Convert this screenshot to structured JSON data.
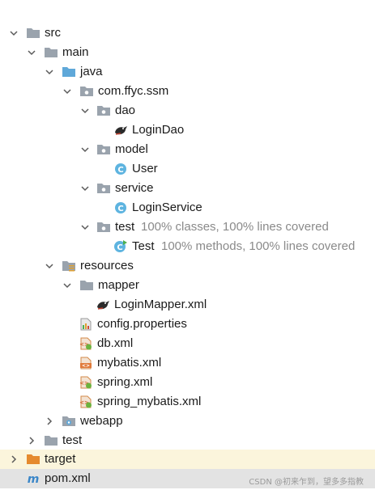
{
  "tree": {
    "src": "src",
    "main": "main",
    "java": "java",
    "pkg": "com.ffyc.ssm",
    "dao": "dao",
    "login_dao": "LoginDao",
    "model": "model",
    "user": "User",
    "service": "service",
    "login_service": "LoginService",
    "test_pkg": "test",
    "test_pkg_coverage": "100% classes, 100% lines covered",
    "test_class": "Test",
    "test_class_coverage": "100% methods, 100% lines covered",
    "resources": "resources",
    "mapper": "mapper",
    "login_mapper": "LoginMapper.xml",
    "config_props": "config.properties",
    "db_xml": "db.xml",
    "mybatis_xml": "mybatis.xml",
    "spring_xml": "spring.xml",
    "spring_mybatis_xml": "spring_mybatis.xml",
    "webapp": "webapp",
    "test_dir": "test",
    "target": "target",
    "pom": "pom.xml"
  },
  "watermark": "CSDN @初来乍到，望多多指教",
  "colors": {
    "target_row_bg": "#fbf5dc",
    "pom_row_bg": "#e3e3e3",
    "folder_grey": "#9aa3ad",
    "folder_blue": "#5fa8d9",
    "folder_orange": "#e58a2e",
    "class_blue": "#5eb4e0",
    "coverage_text": "#8a8a8a"
  }
}
